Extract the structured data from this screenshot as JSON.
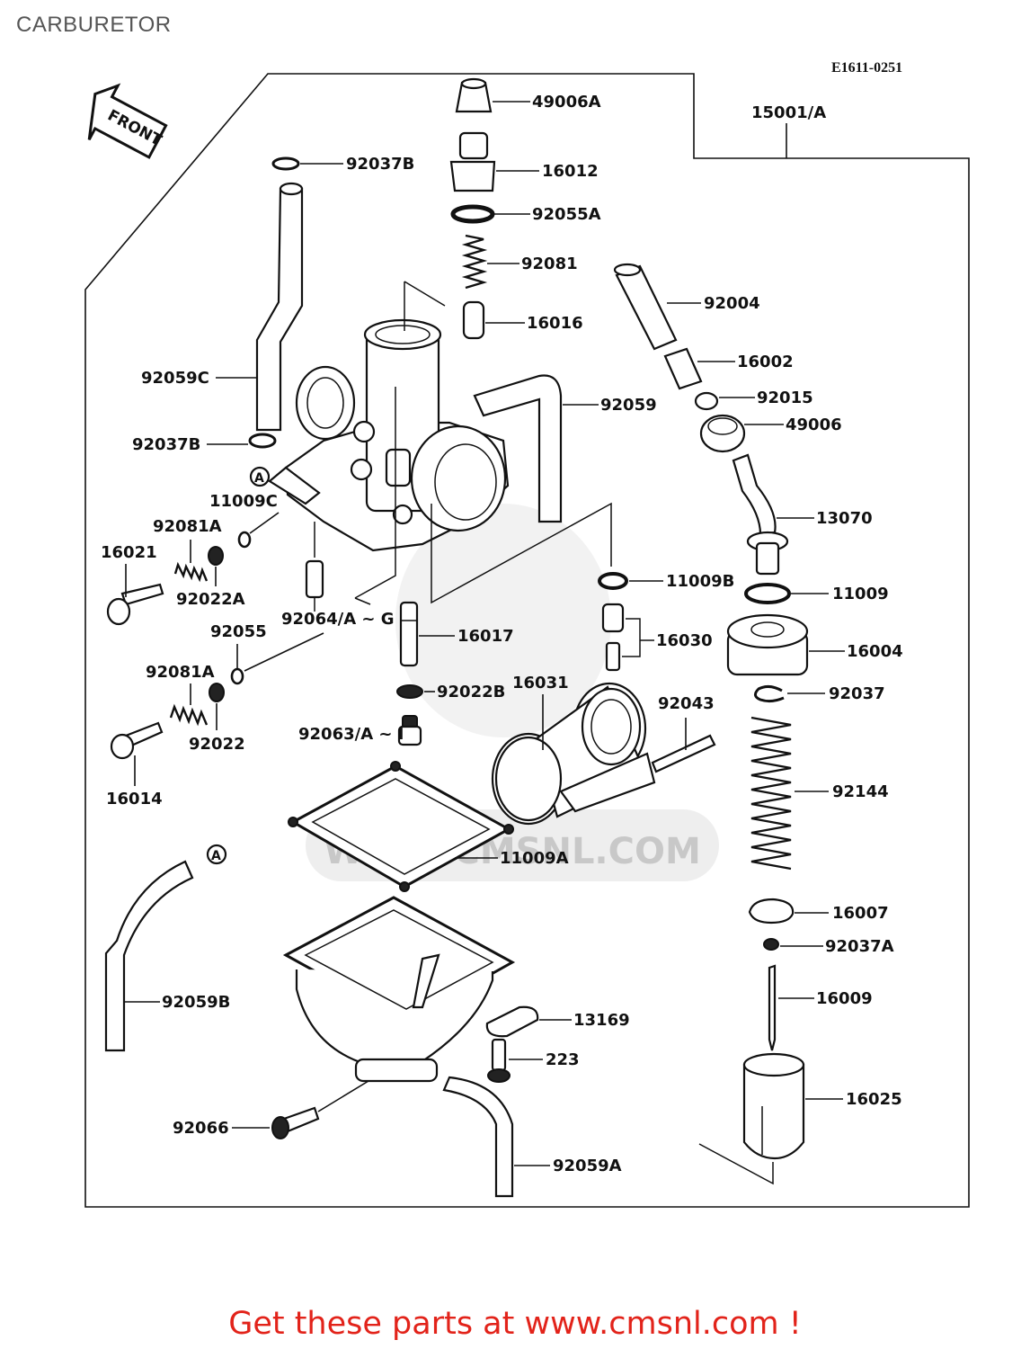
{
  "page": {
    "title": "CARBURETOR",
    "diagram_code": "E1611-0251",
    "front_label": "FRONT",
    "watermark": "WWW.CMSNL.COM",
    "ref_marker": "A",
    "footer_cta": "Get these parts at www.cmsnl.com !"
  },
  "callouts": {
    "p49006A": "49006A",
    "p15001A": "15001/A",
    "p92037B_top": "92037B",
    "p16012": "16012",
    "p92055A": "92055A",
    "p92081": "92081",
    "p92004": "92004",
    "p16016": "16016",
    "p16002": "16002",
    "p92059C": "92059C",
    "p92015": "92015",
    "p92059": "92059",
    "p49006": "49006",
    "p92037B_mid": "92037B",
    "p11009C": "11009C",
    "p13070": "13070",
    "p92081A_1": "92081A",
    "p16021": "16021",
    "p92022A": "92022A",
    "p11009B": "11009B",
    "p11009": "11009",
    "p92064AG": "92064/A ~ G",
    "p16030": "16030",
    "p16004": "16004",
    "p92055": "92055",
    "p16017": "16017",
    "p92081A_2": "92081A",
    "p16031": "16031",
    "p92043": "92043",
    "p92037": "92037",
    "p92022B": "92022B",
    "p92022": "92022",
    "p92063AI": "92063/A ~ I",
    "p16014": "16014",
    "p92144": "92144",
    "p11009A": "11009A",
    "p16007": "16007",
    "p92037A": "92037A",
    "p16009": "16009",
    "p92059B": "92059B",
    "p13169": "13169",
    "p223": "223",
    "p16025": "16025",
    "p92066": "92066",
    "p92059A": "92059A"
  }
}
